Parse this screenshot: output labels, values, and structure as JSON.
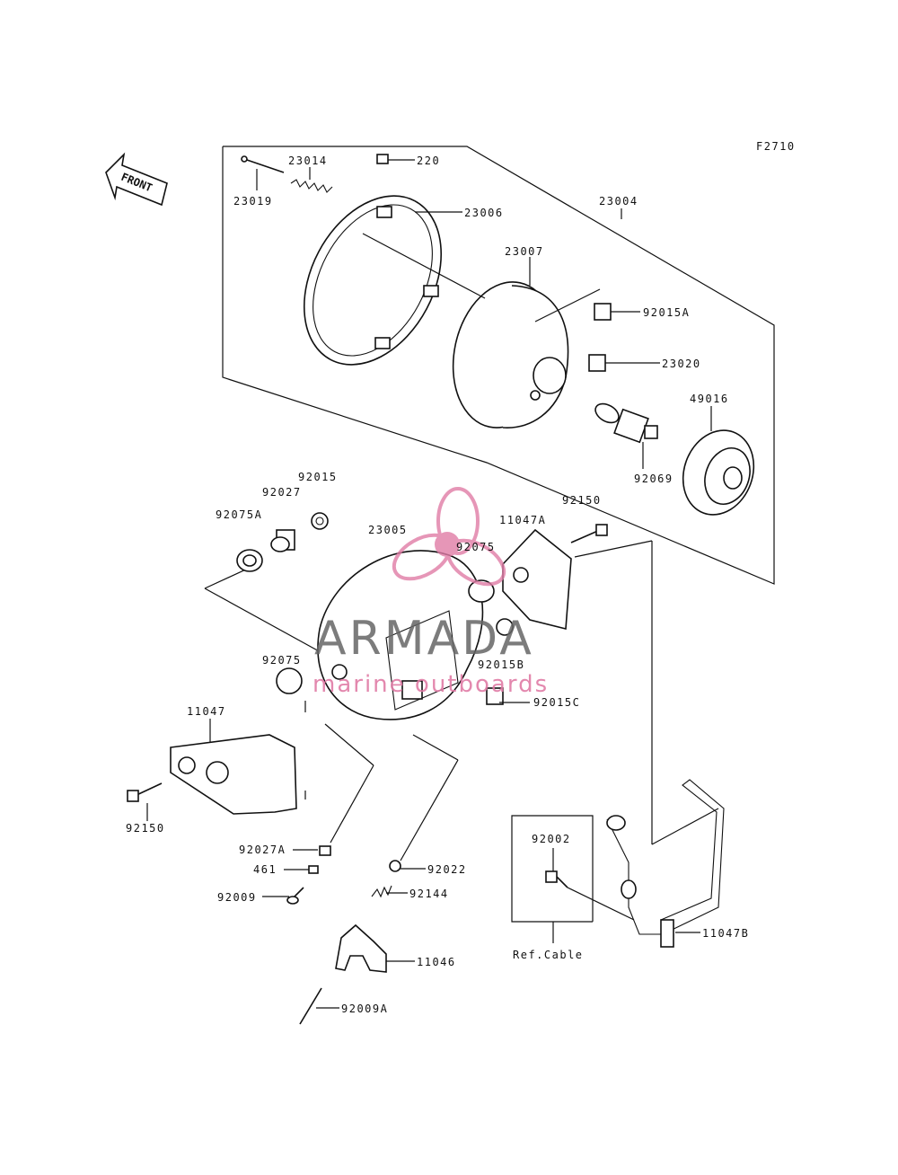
{
  "figure_code": "F2710",
  "front_label": "FRONT",
  "ref_note": "Ref.Cable",
  "watermark": {
    "title": "ARMADA",
    "subtitle": "marine outboards",
    "accent": "#e07ca6"
  },
  "parts": {
    "p23019": "23019",
    "p23014": "23014",
    "p220": "220",
    "p23006": "23006",
    "p23004": "23004",
    "p23007": "23007",
    "p92015A": "92015A",
    "p23020": "23020",
    "p49016": "49016",
    "p92069": "92069",
    "p92015": "92015",
    "p92027": "92027",
    "p92075A": "92075A",
    "p23005": "23005",
    "p92075_top": "92075",
    "p11047A": "11047A",
    "p92150_top": "92150",
    "p92015B": "92015B",
    "p92015C": "92015C",
    "p92075_left": "92075",
    "p11047": "11047",
    "p92150_left": "92150",
    "p92027A": "92027A",
    "p461": "461",
    "p92009": "92009",
    "p92022": "92022",
    "p92144": "92144",
    "p11046": "11046",
    "p92009A": "92009A",
    "p92002": "92002",
    "p11047B": "11047B"
  }
}
